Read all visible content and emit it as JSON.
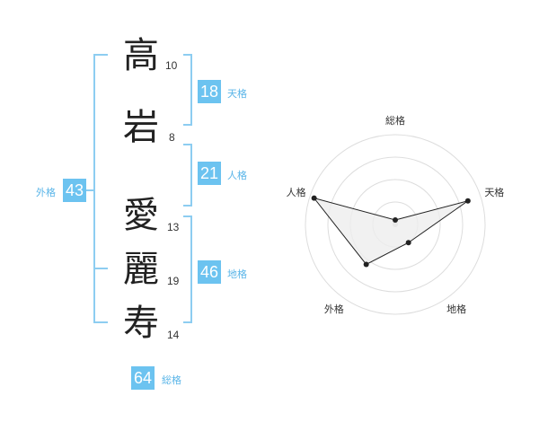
{
  "name": {
    "chars": [
      {
        "char": "高",
        "strokes": "10"
      },
      {
        "char": "岩",
        "strokes": "8"
      },
      {
        "char": "愛",
        "strokes": "13"
      },
      {
        "char": "麗",
        "strokes": "19"
      },
      {
        "char": "寿",
        "strokes": "14"
      }
    ]
  },
  "kaku": {
    "tenkaku": {
      "value": "18",
      "label": "天格"
    },
    "jinkaku": {
      "value": "21",
      "label": "人格"
    },
    "chikaku": {
      "value": "46",
      "label": "地格"
    },
    "gaikaku": {
      "value": "43",
      "label": "外格"
    },
    "soukaku": {
      "value": "64",
      "label": "総格"
    }
  },
  "chart_data": {
    "type": "radar",
    "axes": [
      "総格",
      "天格",
      "地格",
      "外格",
      "人格"
    ],
    "values": [
      0.05,
      0.85,
      0.25,
      0.55,
      0.95
    ],
    "rings": 4,
    "colors": {
      "fill": "#eeeeee",
      "line": "#222222",
      "ring": "#dddddd",
      "accent": "#6cc3f0"
    }
  }
}
